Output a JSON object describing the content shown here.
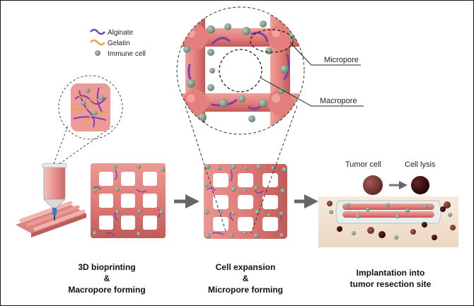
{
  "legend": {
    "items": [
      {
        "label": "Alginate",
        "color": "#7b3fb0"
      },
      {
        "label": "Gelatin",
        "color": "#e8a24a"
      },
      {
        "label": "Immune cell",
        "color": "#7e9a88"
      }
    ]
  },
  "annotations": {
    "micropore": "Micropore",
    "macropore": "Macropore",
    "tumor_cell": "Tumor cell",
    "cell_lysis": "Cell lysis"
  },
  "captions": {
    "step1_line1": "3D bioprinting",
    "step1_line2": "&",
    "step1_line3": "Macropore forming",
    "step2_line1": "Cell expansion",
    "step2_line2": "&",
    "step2_line3": "Micropore forming",
    "step3_line1": "Implantation into",
    "step3_line2": "tumor resection site"
  },
  "colors": {
    "scaffold": "#e47f7b",
    "scaffold_dark": "#c9605d",
    "immune_cell": "#7e9a88",
    "alginate": "#7b3fb0",
    "gelatin": "#e8a24a",
    "tumor_cell": "#7a3a36",
    "lysed_cell": "#3b0d10",
    "arrow": "#666666",
    "tissue": "#f3e3d0"
  }
}
